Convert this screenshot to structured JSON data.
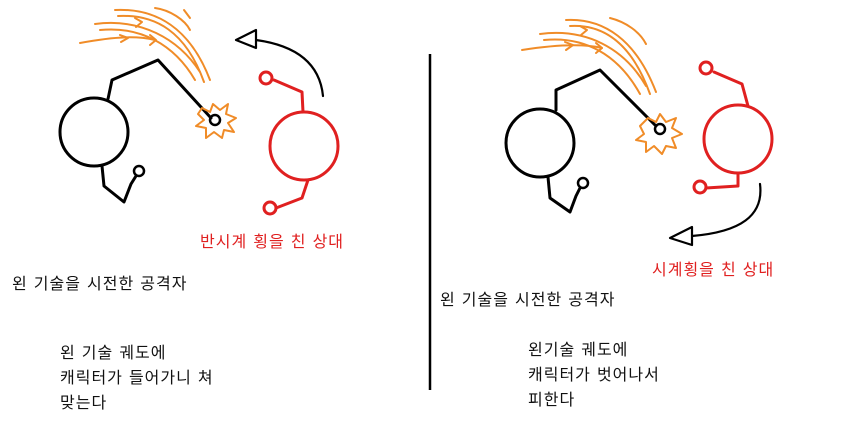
{
  "left_panel": {
    "opponent_label": "반시계 횡을 친 상대",
    "attacker_label": "왼 기술을 시전한 공격자",
    "explanation": [
      "왼 기술 궤도에",
      "캐릭터가 들어가니 쳐",
      "맞는다"
    ]
  },
  "right_panel": {
    "opponent_label": "시계횡을 친 상대",
    "attacker_label": "왼 기술을 시전한 공격자",
    "explanation": [
      "왼기술 궤도에",
      "캐릭터가 벗어나서",
      "피한다"
    ]
  },
  "colors": {
    "attacker": "#000000",
    "opponent": "#e02020",
    "swing": "#f08c28",
    "divider": "#000000"
  }
}
